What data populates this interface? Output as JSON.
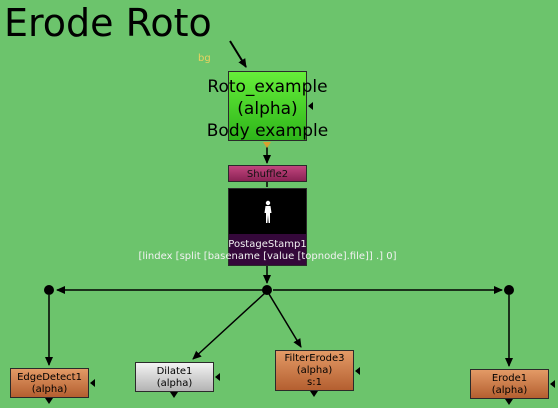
{
  "backdrop": {
    "title": "Erode Roto"
  },
  "roto_node": {
    "input_label": "bg",
    "name": "Roto_example",
    "channel": "(alpha)",
    "label": "Body example"
  },
  "shuffle_node": {
    "name": "Shuffle2"
  },
  "postage_stamp": {
    "name": "PostageStamp1",
    "expression": "[lindex [split [basename [value [topnode].file]] .] 0]"
  },
  "edge_detect": {
    "name": "EdgeDetect1",
    "channel": "(alpha)"
  },
  "dilate": {
    "name": "Dilate1",
    "channel": "(alpha)"
  },
  "filter_erode": {
    "name": "FilterErode3",
    "channel": "(alpha)",
    "param": "s:1"
  },
  "erode": {
    "name": "Erode1",
    "channel": "(alpha)"
  },
  "colors": {
    "background": "#6cc46c",
    "roto": "#3fd12a",
    "shuffle": "#a33468",
    "postage_stamp": "#34083a",
    "filter_nodes": "#cc7a46",
    "dilate": "#d4d4d4"
  }
}
